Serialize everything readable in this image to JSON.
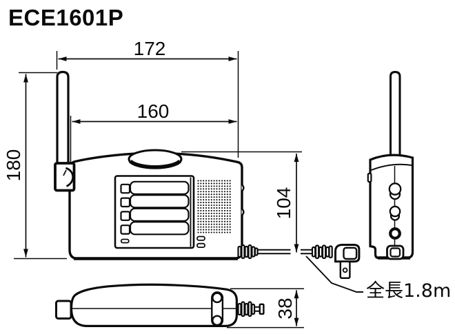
{
  "title": "ECE1601P",
  "dimensions": {
    "overall_width": "172",
    "body_width": "160",
    "overall_height": "180",
    "body_height": "104",
    "handset_thickness": "38"
  },
  "cord": {
    "length_note": "全長1.8m"
  },
  "colors": {
    "line": "#0a0a0a",
    "background": "#ffffff"
  }
}
